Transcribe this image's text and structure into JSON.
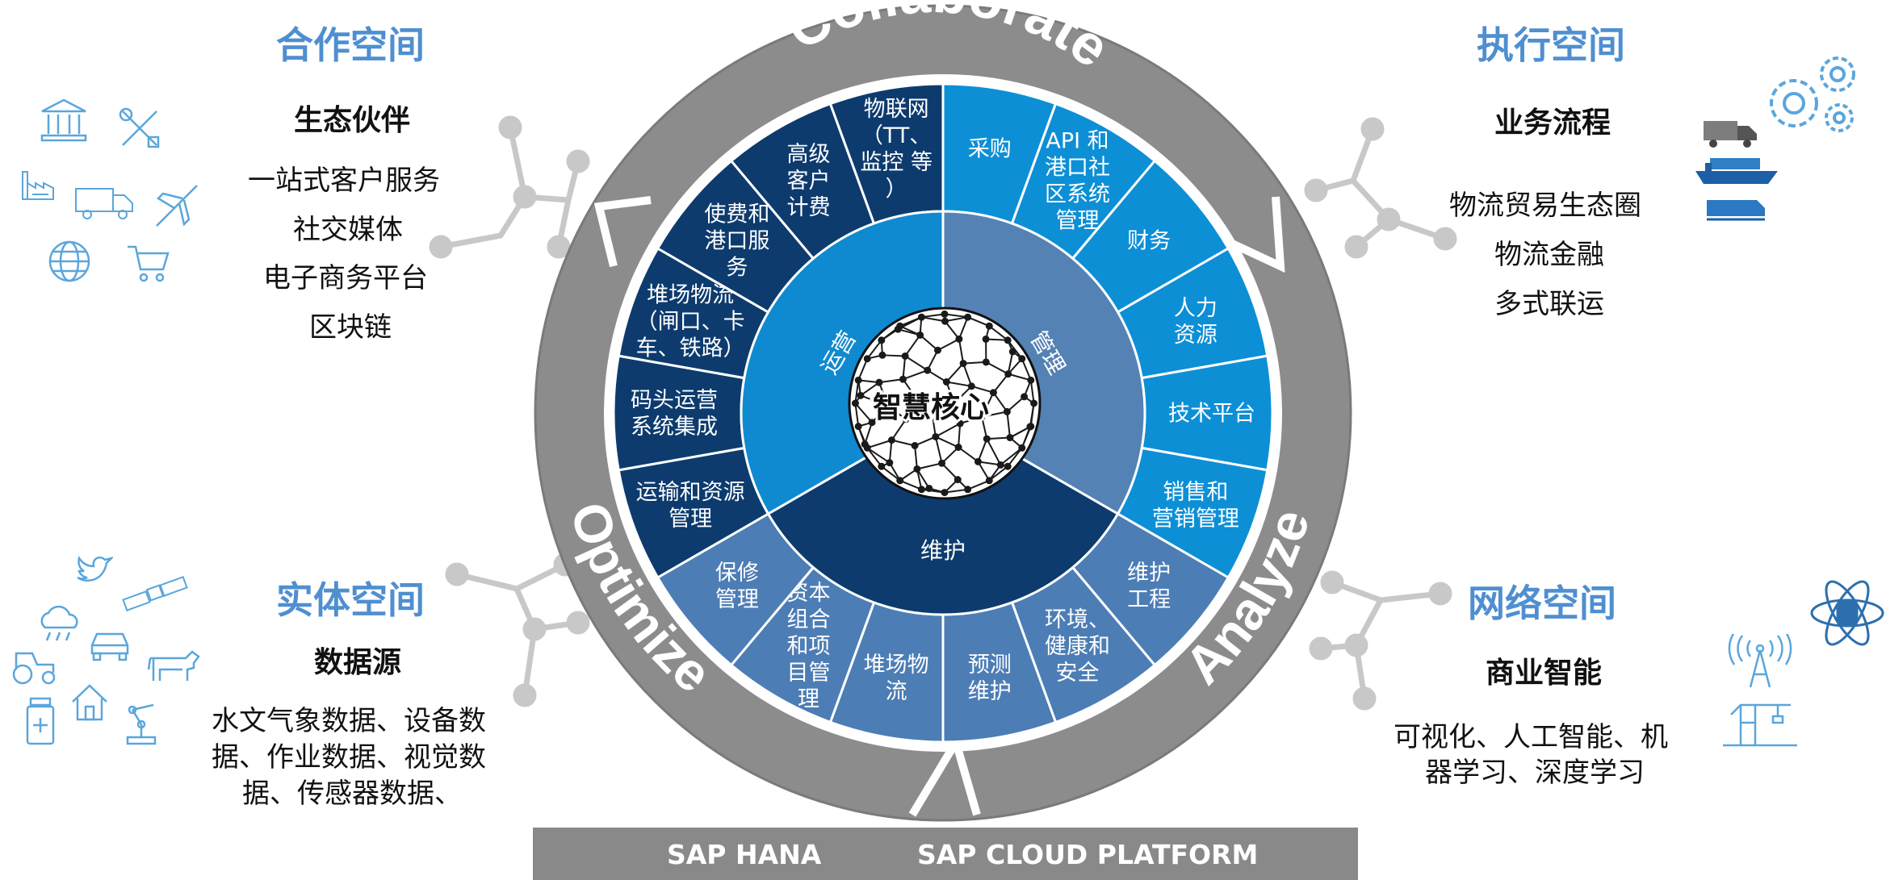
{
  "quadrants": {
    "collaborate_space": {
      "title": "合作空间",
      "subtitle": "生态伙伴",
      "items": [
        "一站式客户服务",
        "社交媒体",
        "电子商务平台",
        "区块链"
      ]
    },
    "execute_space": {
      "title": "执行空间",
      "subtitle": "业务流程",
      "items": [
        "物流贸易生态圈",
        "物流金融",
        "多式联运"
      ]
    },
    "physical_space": {
      "title": "实体空间",
      "subtitle": "数据源",
      "items": [
        "水文气象数据、设备数",
        "据、作业数据、视觉数",
        "据、传感器数据、"
      ]
    },
    "network_space": {
      "title": "网络空间",
      "subtitle": "商业智能",
      "items": [
        "可视化、人工智能、机",
        "器学习、深度学习"
      ]
    }
  },
  "ring": {
    "collaborate": "Collaborate",
    "analyze": "Analyze",
    "optimize": "Optimize"
  },
  "core": {
    "label": "智慧核心"
  },
  "inner": {
    "operate": "运营",
    "manage": "管理",
    "maintain": "维护"
  },
  "segments": {
    "operate": [
      [
        "运输和资源",
        "管理"
      ],
      [
        "码头运营",
        "系统集成"
      ],
      [
        "堆场物流",
        "（闸口、卡",
        "车、铁路）"
      ],
      [
        "使费和",
        "港口服",
        "务"
      ],
      [
        "高级",
        "客户",
        "计费"
      ],
      [
        "物联网",
        "（TT、",
        "监控 等",
        "）"
      ]
    ],
    "manage": [
      [
        "采购"
      ],
      [
        "API 和",
        "港口社",
        "区系统",
        "管理"
      ],
      [
        "财务"
      ],
      [
        "人力",
        "资源"
      ],
      [
        "技术平台"
      ],
      [
        "销售和",
        "营销管理"
      ]
    ],
    "maintain": [
      [
        "维护",
        "工程"
      ],
      [
        "环境、",
        "健康和",
        "安全"
      ],
      [
        "预测",
        "维护"
      ],
      [
        "堆场物",
        "流"
      ],
      [
        "资本",
        "组合",
        "和项",
        "目管",
        "理"
      ],
      [
        "保修",
        "管理"
      ]
    ]
  },
  "platform": {
    "hana": "SAP HANA",
    "cloud": "SAP CLOUD PLATFORM"
  },
  "colors": {
    "ring_gray": "#8c8c8c",
    "operate_dark": "#0d3b6e",
    "operate_inner": "#0f8ad0",
    "manage_bright": "#0d8fd6",
    "manage_inner": "#5482b4",
    "maintain_mid": "#4d7db5",
    "maintain_inner": "#0d3b6e",
    "title_blue": "#4f8fd0"
  },
  "icons": [
    "bank-icon",
    "tools-icon",
    "factory-icon",
    "truck-icon",
    "airplane-icon",
    "globe-icon",
    "cart-icon",
    "gears-icon",
    "truck-icon",
    "ship-icon",
    "train-icon",
    "twitter-icon",
    "satellite-icon",
    "cloud-rain-icon",
    "tractor-icon",
    "car-icon",
    "cow-icon",
    "medicine-icon",
    "house-icon",
    "robot-arm-icon",
    "atom-database-icon",
    "antenna-icon",
    "crane-icon",
    "network-node-icon"
  ]
}
